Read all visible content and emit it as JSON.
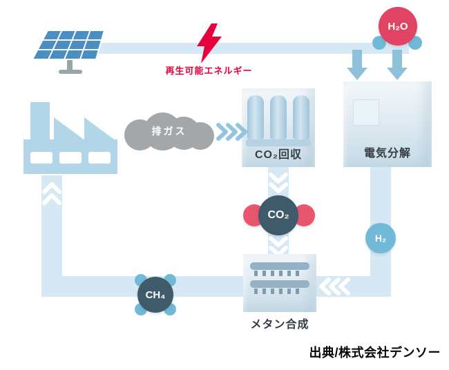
{
  "diagram": {
    "renewable_energy_label": "再生可能エネルギー",
    "exhaust_gas_label": "排ガス",
    "co2_capture_label": "CO₂回収",
    "electrolysis_label": "電気分解",
    "methanation_label": "メタン合成",
    "molecule_h2o": "H₂O",
    "molecule_co2": "CO₂",
    "molecule_h2": "H₂",
    "molecule_ch4": "CH₄",
    "source_credit": "出典/株式会社デンソー",
    "colors": {
      "pipe_blue": "#d6e8f3",
      "accent_red": "#e6003c",
      "molecule_pink": "#e8566e",
      "molecule_crimson": "#e04363",
      "molecule_dark_teal": "#3f5b69",
      "molecule_light_blue": "#72b9d8",
      "cloud_gray": "#a3a7aa",
      "factory_blue": "#b2d6e8",
      "solar_blue": "#4a8ec2"
    }
  }
}
